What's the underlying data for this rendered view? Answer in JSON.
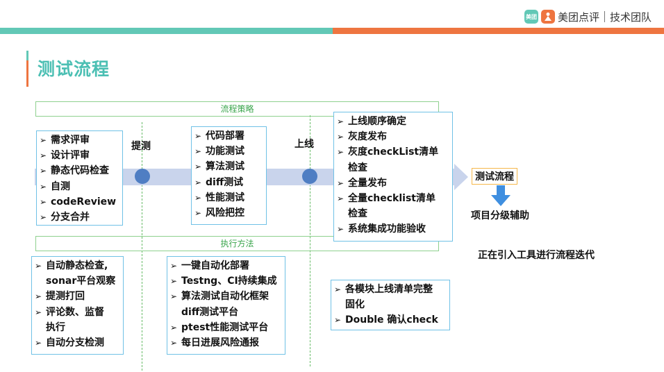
{
  "brand": {
    "logo_small": "美团",
    "logo_person": "Ȣ",
    "name": "美团点评",
    "team": "技术团队"
  },
  "title": "测试流程",
  "sections": {
    "strategy": "流程策略",
    "method": "执行方法"
  },
  "stages": {
    "submit_test": "提测",
    "go_live": "上线"
  },
  "strategy_boxes": {
    "box1": [
      "需求评审",
      "设计评审",
      "静态代码检查",
      "自测",
      "codeReview",
      "分支合并"
    ],
    "box2": [
      "代码部署",
      "功能测试",
      "算法测试",
      "diff测试",
      "性能测试",
      "风险把控"
    ],
    "box3": [
      {
        "text": "上线顺序确定",
        "cont": false
      },
      {
        "text": "灰度发布",
        "cont": false
      },
      {
        "text": "灰度checkList清单",
        "cont": false
      },
      {
        "text": "检查",
        "cont": true
      },
      {
        "text": "全量发布",
        "cont": false
      },
      {
        "text": "全量checklist清单",
        "cont": false
      },
      {
        "text": "检查",
        "cont": true
      },
      {
        "text": "系统集成功能验收",
        "cont": false
      }
    ]
  },
  "method_boxes": {
    "box1": [
      {
        "text": "自动静态检查,",
        "cont": false
      },
      {
        "text": "sonar平台观察",
        "cont": true
      },
      {
        "text": "提测打回",
        "cont": false
      },
      {
        "text": "评论数、监督",
        "cont": false
      },
      {
        "text": "执行",
        "cont": true
      },
      {
        "text": "自动分支检测",
        "cont": false
      }
    ],
    "box2": [
      {
        "text": "一键自动化部署",
        "cont": false
      },
      {
        "text": "Testng、CI持续集成",
        "cont": false
      },
      {
        "text": "算法测试自动化框架",
        "cont": false
      },
      {
        "text": "diff测试平台",
        "cont": true
      },
      {
        "text": "ptest性能测试平台",
        "cont": false
      },
      {
        "text": "每日进展风险通报",
        "cont": false
      }
    ],
    "box3": [
      {
        "text": "各模块上线清单完整",
        "cont": false
      },
      {
        "text": "固化",
        "cont": true
      },
      {
        "text": "Double 确认check",
        "cont": false
      }
    ]
  },
  "flow": {
    "test_flow": "测试流程",
    "aux": "项目分级辅助",
    "note": "正在引入工具进行流程迭代"
  },
  "colors": {
    "teal": "#62c8b6",
    "orange": "#ee7540",
    "title": "#4bbfb3",
    "box_border": "#6fc1e6",
    "section_border": "#8ed08e",
    "arrow": "#c9d4ec",
    "dot": "#4f7ec3",
    "flow_arrow": "#3f8fe0"
  }
}
